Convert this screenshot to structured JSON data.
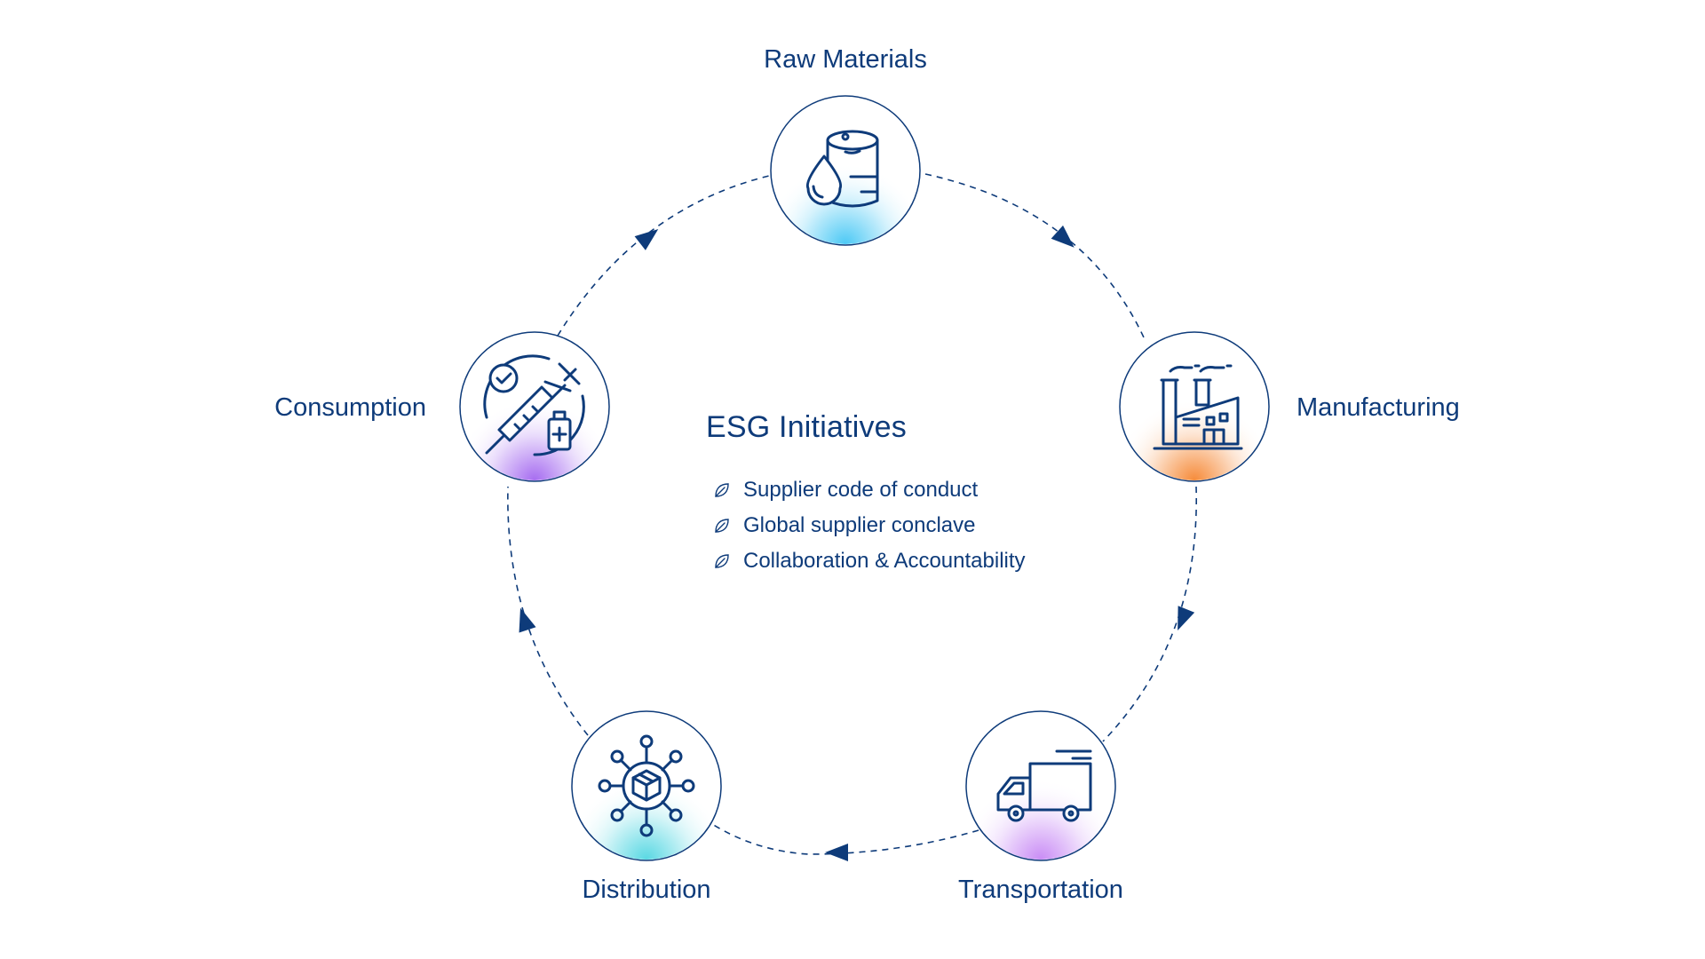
{
  "colors": {
    "primary": "#0e3b7a",
    "arrow": "#0e3b7a",
    "glow_raw_materials": "#4cc9f5",
    "glow_manufacturing": "#f68b3a",
    "glow_transportation": "#c98cf5",
    "glow_distribution": "#59d8e3",
    "glow_consumption": "#a66cf0"
  },
  "stages": [
    {
      "id": "raw-materials",
      "label": "Raw Materials",
      "icon": "oil-barrel-icon"
    },
    {
      "id": "manufacturing",
      "label": "Manufacturing",
      "icon": "factory-icon"
    },
    {
      "id": "transportation",
      "label": "Transportation",
      "icon": "truck-icon"
    },
    {
      "id": "distribution",
      "label": "Distribution",
      "icon": "network-box-icon"
    },
    {
      "id": "consumption",
      "label": "Consumption",
      "icon": "syringe-vial-icon"
    }
  ],
  "center": {
    "title": "ESG Initiatives",
    "items": [
      "Supplier code of conduct",
      "Global supplier conclave",
      "Collaboration & Accountability"
    ],
    "bullet_icon": "leaf-icon"
  }
}
